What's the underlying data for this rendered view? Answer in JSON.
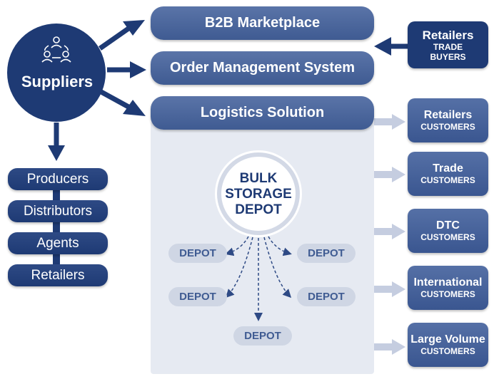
{
  "suppliers": {
    "label": "Suppliers",
    "icon": "people-cycle-icon"
  },
  "supplier_channels": [
    "Producers",
    "Distributors",
    "Agents",
    "Retailers"
  ],
  "systems": {
    "marketplace": "B2B Marketplace",
    "oms": "Order Management System",
    "logistics": "Logistics Solution"
  },
  "retailers_trade": {
    "title": "Retailers",
    "subtitle": "TRADE BUYERS"
  },
  "bulk_depot": {
    "line1": "BULK",
    "line2": "STORAGE",
    "line3": "DEPOT"
  },
  "depot_label": "DEPOT",
  "customers": [
    {
      "title": "Retailers",
      "subtitle": "CUSTOMERS"
    },
    {
      "title": "Trade",
      "subtitle": "CUSTOMERS"
    },
    {
      "title": "DTC",
      "subtitle": "CUSTOMERS"
    },
    {
      "title": "International",
      "subtitle": "CUSTOMERS"
    },
    {
      "title": "Large Volume",
      "subtitle": "CUSTOMERS"
    }
  ],
  "colors": {
    "navy": "#1e3a74",
    "blue": "#4a6599",
    "panel": "#e6eaf2",
    "arrow_light": "#c5cde0"
  }
}
